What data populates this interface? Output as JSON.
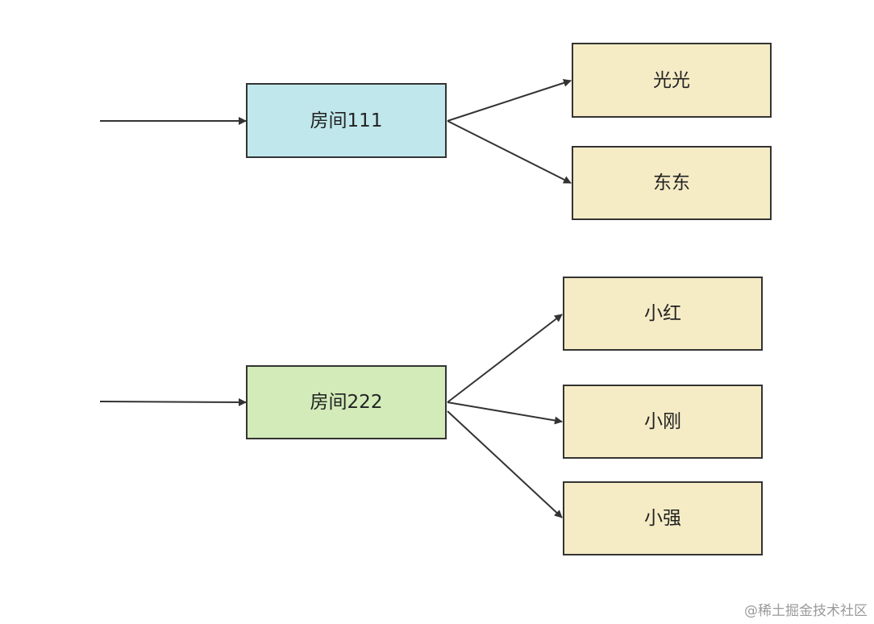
{
  "diagram": {
    "rooms": [
      {
        "label": "房间111",
        "fill": "#c0e8ec",
        "members": [
          "光光",
          "东东"
        ]
      },
      {
        "label": "房间222",
        "fill": "#d2ebb8",
        "members": [
          "小红",
          "小刚",
          "小强"
        ]
      }
    ],
    "member_fill": "#f5ecc6",
    "stroke_color": "#333333"
  },
  "watermark": "@稀土掘金技术社区"
}
